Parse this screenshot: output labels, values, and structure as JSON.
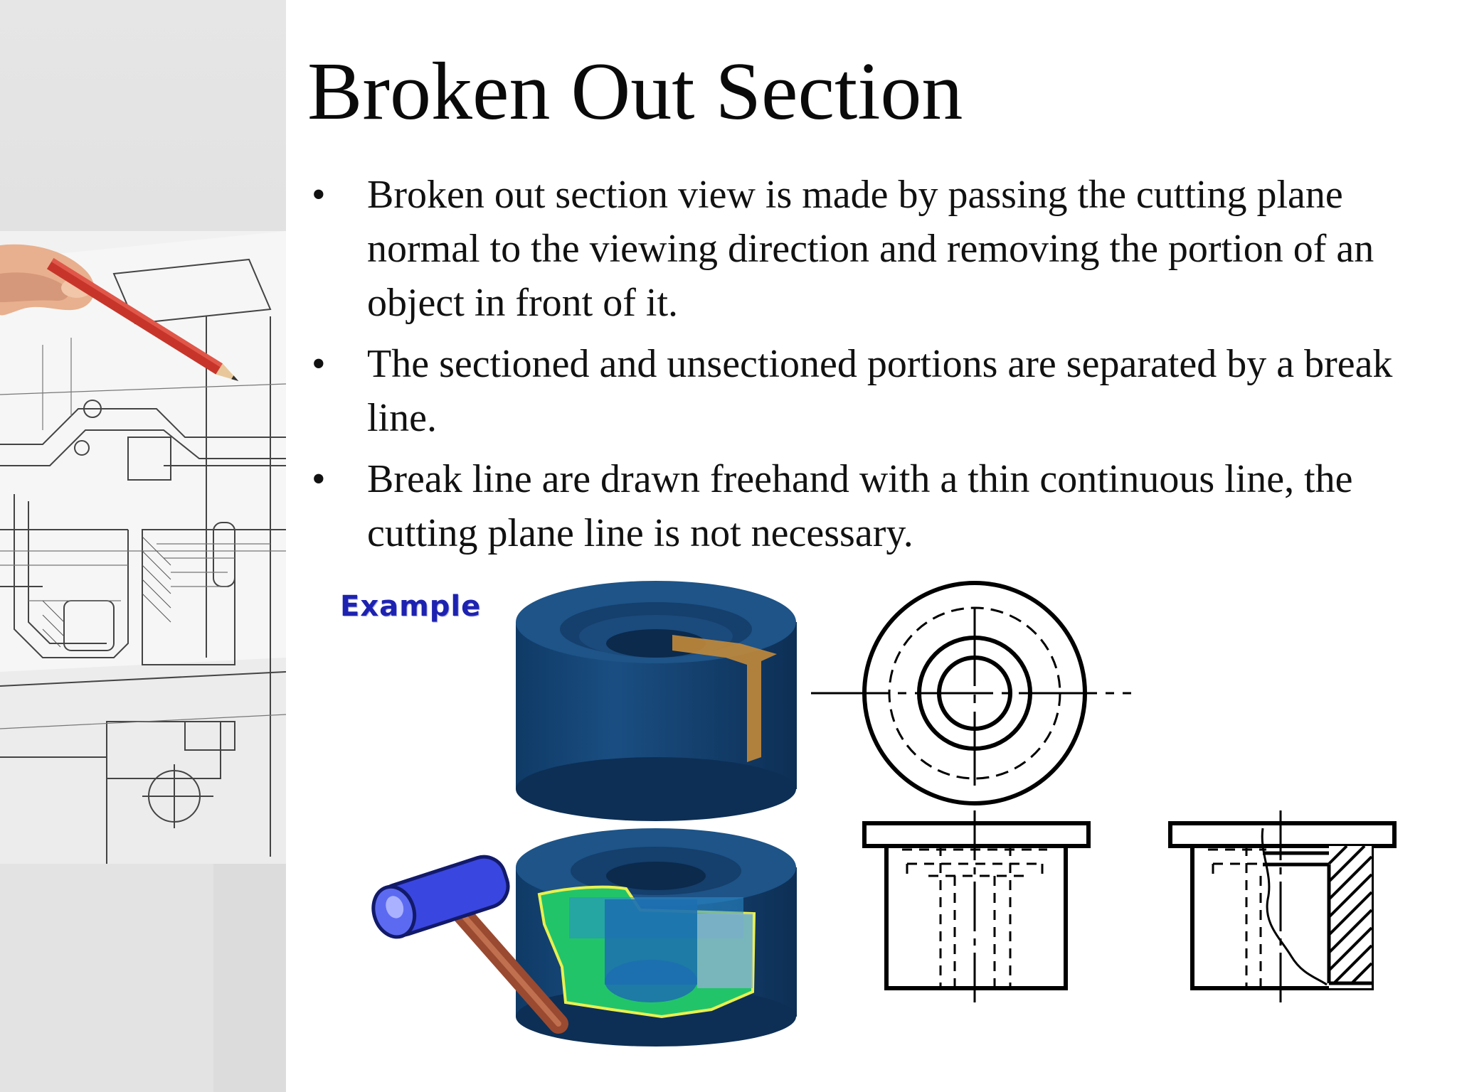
{
  "slide": {
    "title": "Broken Out Section",
    "bullets": [
      "Broken out section view is made by passing the cutting plane normal to the viewing direction and removing the portion of an object in front of it.",
      "The sectioned and unsectioned portions are separated by a break line.",
      "Break line are drawn freehand with a thin continuous line, the cutting plane line is not necessary."
    ],
    "bullet_symbol": "•",
    "example_label": "Example"
  },
  "colors": {
    "cylinder": "#14406e",
    "cylinder_top": "#1e5488",
    "cut_face": "#c28a3a",
    "section_fill": "#22c46a",
    "section_outline": "#e8f050",
    "hammer_head": "#3a46e0",
    "hammer_handle": "#9a4a30"
  }
}
